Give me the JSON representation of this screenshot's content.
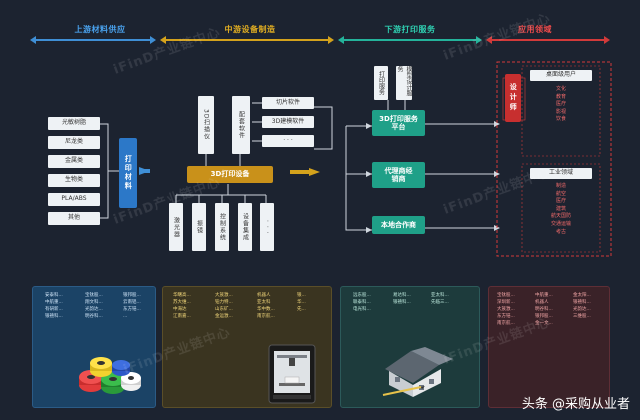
{
  "header": {
    "upstream": "上游材料供应",
    "midstream": "中游设备制造",
    "downstream": "下游打印服务",
    "application": "应用领域"
  },
  "materials": [
    "光敏树脂",
    "尼龙类",
    "金属类",
    "生物类",
    "PLA/ABS",
    "其他"
  ],
  "print_material": "打印材料",
  "scanner": "3D扫描仪",
  "software_col": "配套软件",
  "slice_software": "切片软件",
  "modeling_software": "3D建模软件",
  "ellipsis": "· · ·",
  "printer": "3D打印设备",
  "parts": [
    "激光器",
    "振镜",
    "控制系统",
    "设备集成",
    "· · ·"
  ],
  "print_service": "打印服务",
  "model_design": "模型设计服务",
  "platform": "3D打印服务平台",
  "agent": "代理商经销商",
  "local_partner": "本地合作商",
  "designer": "设计师",
  "desktop_users": "桌面级用户",
  "desktop_list": [
    "文化",
    "教育",
    "医疗",
    "影视",
    "饮食"
  ],
  "industrial": "工业领域",
  "industrial_list": [
    "制造",
    "航空",
    "医疗",
    "建筑",
    "航天国防",
    "交通运输",
    "考古"
  ],
  "panel1": [
    [
      "安泰科...",
      "宝钛股...",
      "银邦股..."
    ],
    [
      "中航重...",
      "翔文科...",
      "云南铝..."
    ],
    [
      "有研新...",
      "光韵达...",
      "东方锆..."
    ],
    [
      "银禧科...",
      "明谷科...",
      "..."
    ]
  ],
  "panel2": [
    [
      "华曙高...",
      "大族激...",
      "机器人",
      "银..."
    ],
    [
      "苏大维...",
      "铂力特...",
      "亚太科",
      "华..."
    ],
    [
      "中海达",
      "山东矿...",
      "华中数...",
      "先..."
    ],
    [
      "江南嘉...",
      "金运激...",
      "南京航...",
      ""
    ]
  ],
  "panel3": [
    [
      "远东股...",
      "易达科...",
      "亚太科..."
    ],
    [
      "联泰科...",
      "银禧科...",
      "先临三..."
    ],
    [
      "电光科...",
      "",
      ""
    ]
  ],
  "panel4": [
    [
      "宝钛股...",
      "中航重...",
      "金太阳..."
    ],
    [
      "深圳新...",
      "机器人",
      "银禧科..."
    ],
    [
      "大族激...",
      "明谷科...",
      "光韵达..."
    ],
    [
      "东方锆...",
      "银邦股...",
      "三维股..."
    ],
    [
      "南京航...",
      "金一文...",
      ""
    ]
  ],
  "watermark": "iFinD产业链中心",
  "footer": "头条 @采购从业者",
  "colors": {
    "upstream": "#3f8fd6",
    "midstream": "#d4a21c",
    "downstream": "#24b39b",
    "application": "#d23a3a",
    "blue_node": "#2c78c8",
    "gold_node": "#c9911a",
    "teal_node": "#1fa088"
  }
}
